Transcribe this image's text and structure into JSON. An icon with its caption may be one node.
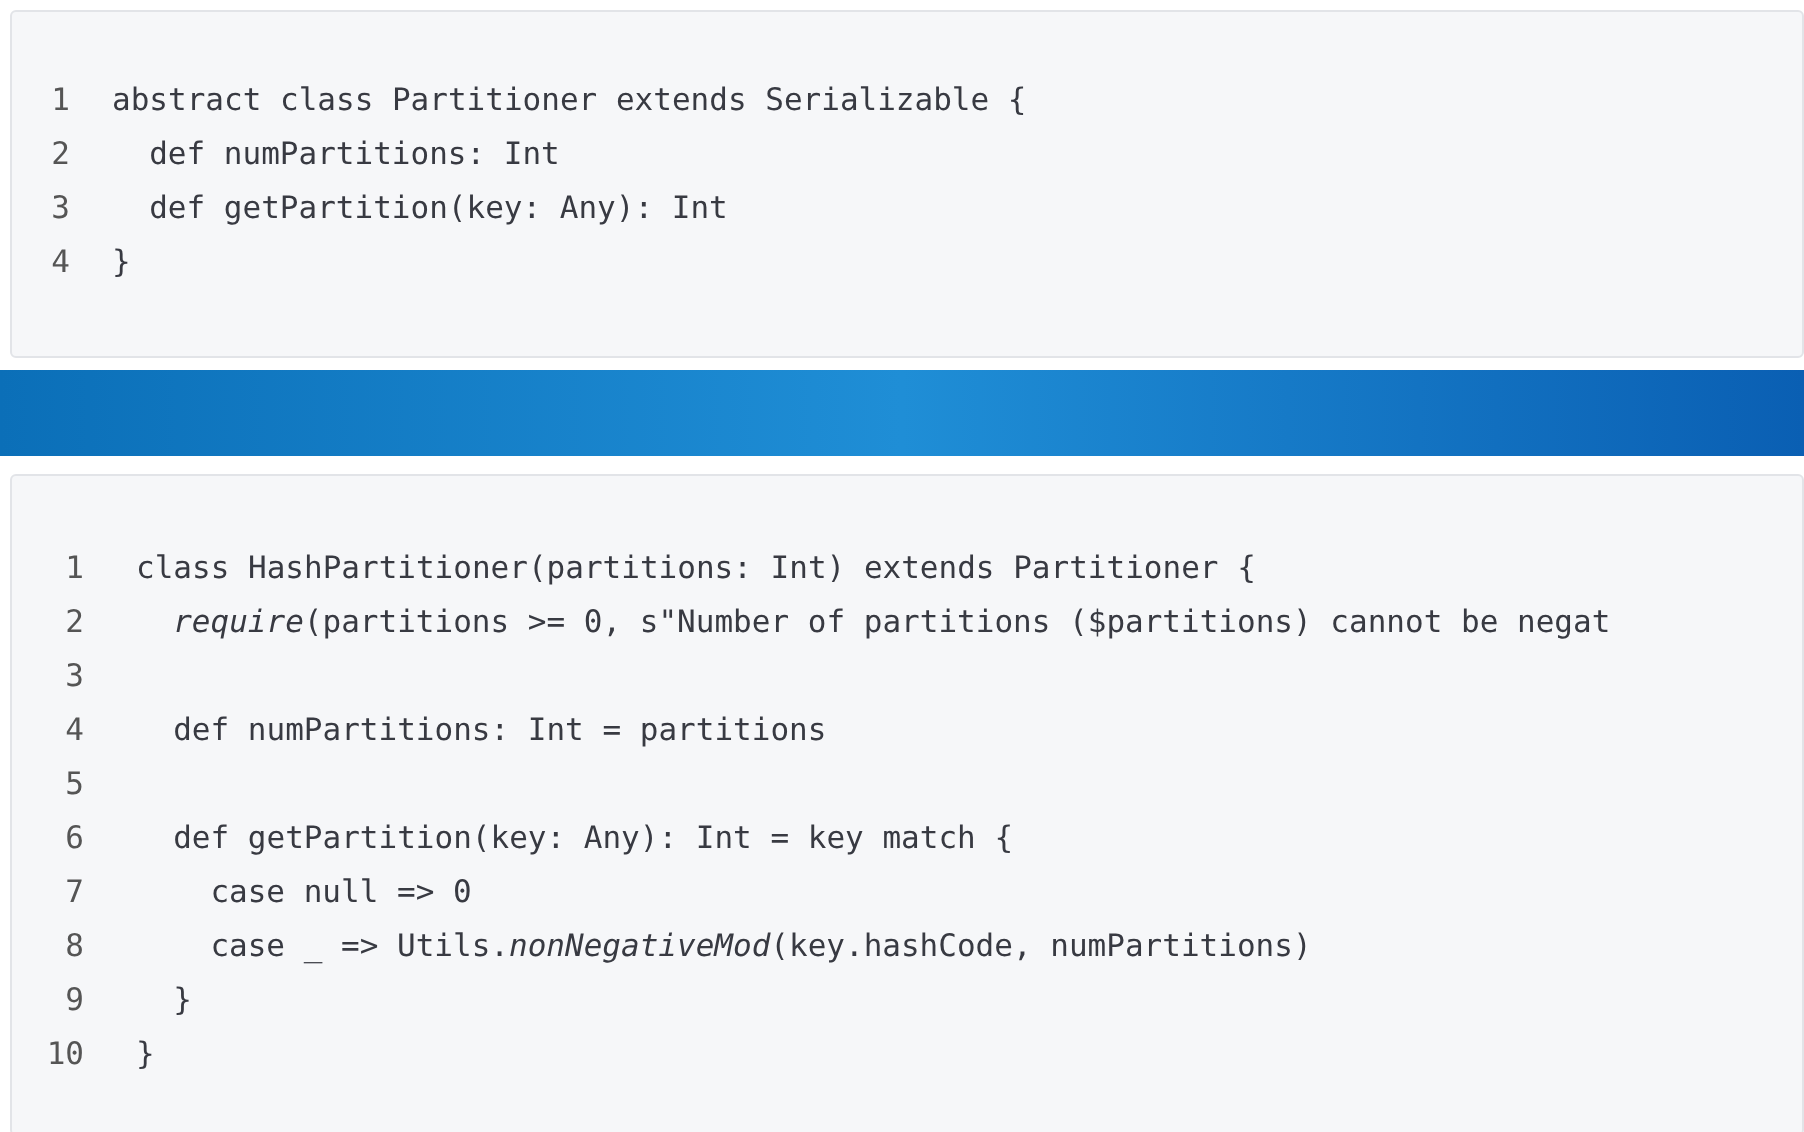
{
  "diagram": {
    "nodes": [
      {
        "text": [],
        "shape": "bar"
      }
    ],
    "labels": [
      "1",
      "abstract class Partitioner extends Serializable {",
      "2",
      "def numPartitions: Int",
      "3",
      "def getPartition(key: Any): Int",
      "4",
      "}",
      "1",
      "class HashPartitioner(partitions: Int) extends Partitioner {",
      "2",
      "*require*(partitions >= 0, s\"Number of partitions ($partitions) cannot be negat",
      "3",
      "4",
      "def numPartitions: Int = partitions",
      "5",
      "6",
      "def getPartition(key: Any): Int = key match {",
      "7",
      "case null => 0",
      "8",
      "case _ => Utils.*nonNegativeMod*(key.hashCode, numPartitions)",
      "9",
      "}",
      "10",
      "}"
    ]
  }
}
